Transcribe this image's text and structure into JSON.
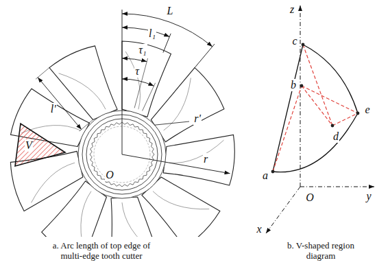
{
  "diagram": {
    "labels": [
      "L",
      "l₁",
      "τ₁",
      "τ",
      "l'",
      "r'",
      "r",
      "O",
      "V",
      "z",
      "y",
      "x",
      "O",
      "a",
      "b",
      "c",
      "d",
      "e",
      "a. Arc length of top edge of multi-edge tooth cutter",
      "b. V-shaped region diagram"
    ]
  }
}
